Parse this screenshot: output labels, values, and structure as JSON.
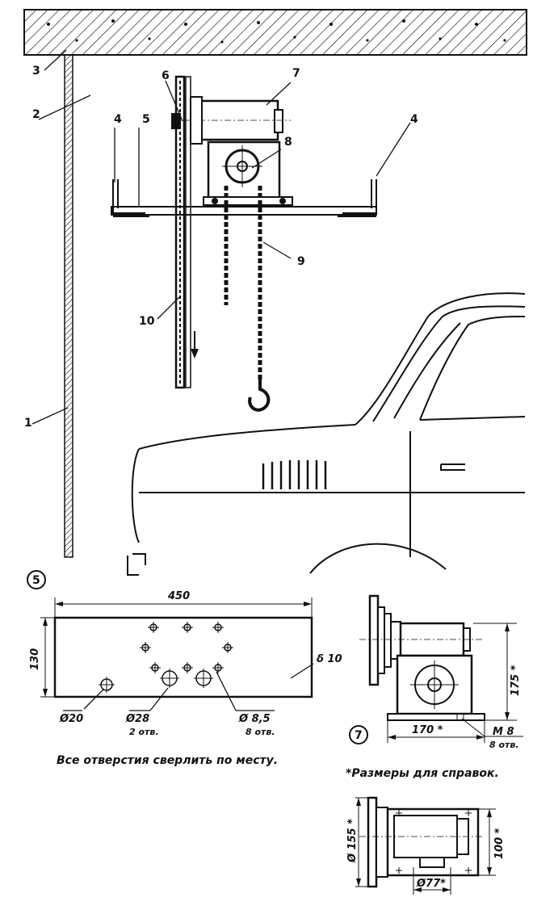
{
  "callouts": {
    "c1": "1",
    "c2": "2",
    "c3": "3",
    "c4a": "4",
    "c4b": "4",
    "c5": "5",
    "c6": "6",
    "c7": "7",
    "c8": "8",
    "c9": "9",
    "c10": "10"
  },
  "plate": {
    "number": "5",
    "width": "450",
    "height": "130",
    "thickness": "δ 10",
    "hole_a": "Ø20",
    "hole_b": "Ø28",
    "hole_b_count": "2 отв.",
    "hole_c": "Ø 8,5",
    "hole_c_count": "8 отв.",
    "note": "Все отверстия сверлить по месту."
  },
  "hoist": {
    "number": "7",
    "height": "175 *",
    "width": "170 *",
    "thread": "M 8",
    "thread_count": "8 отв.",
    "reference_note": "*Размеры для справок.",
    "diameter_a": "Ø 155 *",
    "depth": "100 *",
    "diameter_b": "Ø77*"
  }
}
